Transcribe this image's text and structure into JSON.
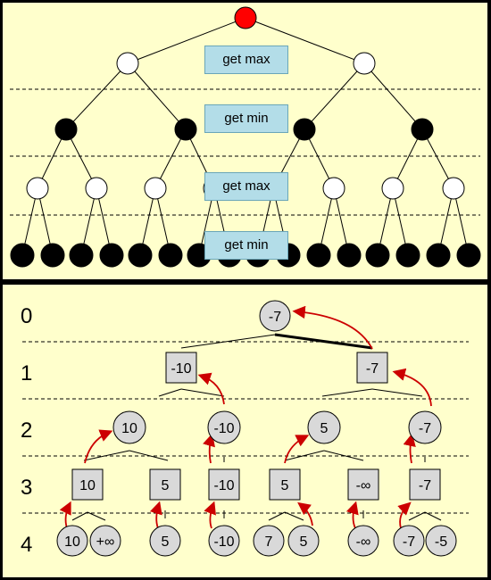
{
  "top": {
    "labels": [
      "get max",
      "get min",
      "get max",
      "get min"
    ],
    "colors": {
      "root": "#ff0000",
      "max_node": "#ffffff",
      "min_node": "#000000",
      "label_bg": "#b3dde8"
    }
  },
  "bottom": {
    "levels": [
      "0",
      "1",
      "2",
      "3",
      "4"
    ],
    "root": "-7",
    "level1": [
      "-10",
      "-7"
    ],
    "level2": [
      "10",
      "-10",
      "5",
      "-7"
    ],
    "level3": [
      "10",
      "5",
      "-10",
      "5",
      "-∞",
      "-7"
    ],
    "level4": [
      "10",
      "+∞",
      "5",
      "-10",
      "7",
      "5",
      "-∞",
      "-7",
      "-5"
    ],
    "colors": {
      "node_fill": "#d9d9d9",
      "arrow": "#cc0000"
    }
  }
}
